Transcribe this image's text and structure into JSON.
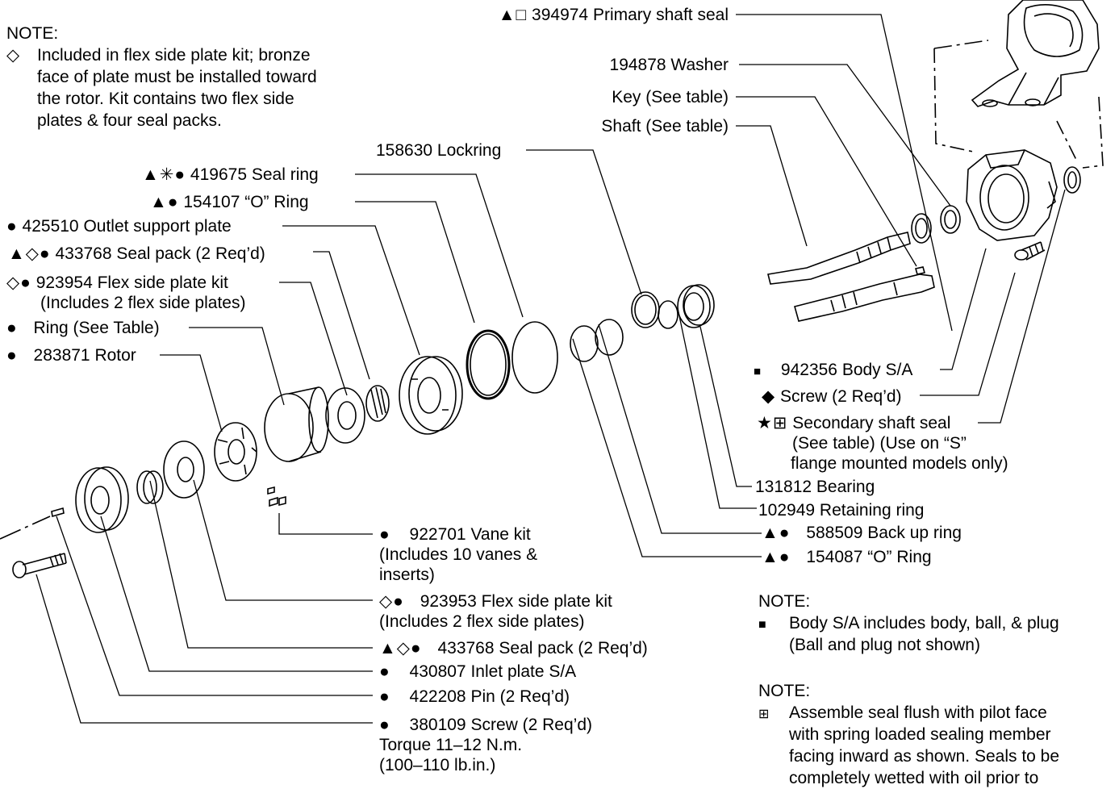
{
  "notes": {
    "top_left": {
      "title": "NOTE:",
      "marker": "◇",
      "text_lines": [
        "Included in flex side plate kit; bronze",
        "face of plate must be installed toward",
        "the rotor.  Kit contains two flex side",
        "plates & four seal packs."
      ]
    },
    "body": {
      "title": "NOTE:",
      "marker": "■",
      "text_lines": [
        "Body S/A includes body, ball, & plug",
        "(Ball and plug not shown)"
      ]
    },
    "seal": {
      "title": "NOTE:",
      "marker": "⊞",
      "text_lines": [
        "Assemble seal flush with pilot face",
        "with spring loaded sealing member",
        "facing inward as shown. Seals to be",
        "completely wetted with oil prior to"
      ]
    }
  },
  "labels": {
    "primary_shaft_seal": {
      "sym": "▲□",
      "text": "394974 Primary shaft seal"
    },
    "washer": {
      "sym": "",
      "text": "194878 Washer"
    },
    "key": {
      "sym": "",
      "text": "Key (See table)"
    },
    "shaft": {
      "sym": "",
      "text": "Shaft (See table)"
    },
    "lockring": {
      "sym": "",
      "text": "158630 Lockring"
    },
    "seal_ring": {
      "sym": "▲✳●",
      "text": "419675 Seal ring"
    },
    "o_ring_154107": {
      "sym": "▲●",
      "text": "154107 “O” Ring"
    },
    "outlet_support_plate": {
      "sym": "●",
      "text": "425510 Outlet support plate"
    },
    "seal_pack_top": {
      "sym": "▲◇●",
      "text": "433768 Seal pack (2 Req’d)"
    },
    "flex_kit_top": {
      "sym": "◇●",
      "text": "923954 Flex side plate kit",
      "sub": "(Includes 2 flex side plates)"
    },
    "ring": {
      "sym": "●",
      "text": "Ring (See Table)"
    },
    "rotor": {
      "sym": "●",
      "text": "283871 Rotor"
    },
    "body_sa": {
      "sym": "■",
      "text": "942356 Body S/A"
    },
    "screw_body": {
      "sym": "◆",
      "text": "Screw (2 Req’d)"
    },
    "secondary_seal": {
      "sym": "★⊞",
      "text": "Secondary shaft seal",
      "sub1": "(See table) (Use on “S”",
      "sub2": "flange mounted models only)"
    },
    "bearing": {
      "sym": "",
      "text": "131812 Bearing"
    },
    "retaining_ring": {
      "sym": "",
      "text": "102949 Retaining ring"
    },
    "backup_ring": {
      "sym": "▲●",
      "text": "588509 Back up ring"
    },
    "o_ring_154087": {
      "sym": "▲●",
      "text": "154087 “O” Ring"
    },
    "vane_kit": {
      "sym": "●",
      "text": "922701 Vane kit",
      "sub1": "(Includes 10 vanes &",
      "sub2": "inserts)"
    },
    "flex_kit_bottom": {
      "sym": "◇●",
      "text": "923953 Flex side plate kit",
      "sub": "(Includes 2 flex side plates)"
    },
    "seal_pack_bottom": {
      "sym": "▲◇●",
      "text": "433768 Seal pack (2 Req’d)"
    },
    "inlet_plate": {
      "sym": "●",
      "text": "430807 Inlet plate S/A"
    },
    "pin": {
      "sym": "●",
      "text": "422208 Pin (2 Req’d)"
    },
    "screw_inlet": {
      "sym": "●",
      "text": "380109 Screw (2 Req’d)",
      "sub1": "Torque 11–12  N.m.",
      "sub2": "(100–110  lb.in.)"
    }
  }
}
